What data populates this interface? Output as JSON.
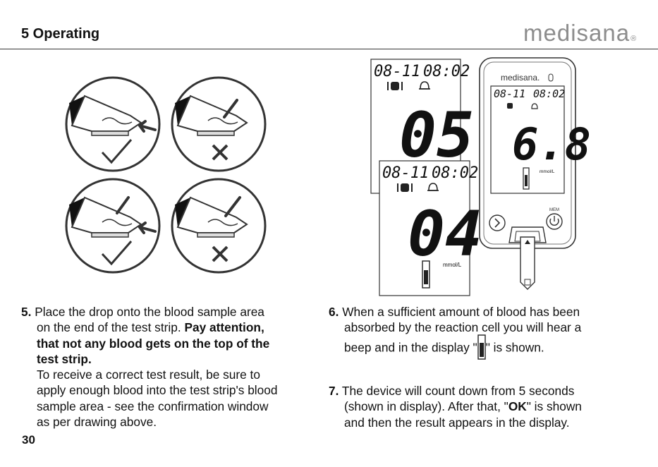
{
  "header": {
    "section_title": "5 Operating",
    "brand": "medisana",
    "brand_mark": "®"
  },
  "figures": {
    "drops": [
      {
        "result": "check-icon"
      },
      {
        "result": "cross-icon"
      },
      {
        "result": "check-icon"
      },
      {
        "result": "cross-icon"
      }
    ],
    "displays": {
      "top": {
        "date": "08-11",
        "time": "08:02",
        "value": "05"
      },
      "bottom": {
        "date": "08-11",
        "time": "08:02",
        "value": "04",
        "unit": "mmol/L"
      },
      "meter": {
        "brand": "medisana.",
        "date": "08-11",
        "time": "08:02",
        "value": "6.8",
        "unit": "mmol/L",
        "mem_label": "MEM"
      }
    }
  },
  "steps": {
    "s5": {
      "number": "5.",
      "line1": "Place the drop onto the blood sample area",
      "line2a": "on the end of the test strip. ",
      "line2b": "Pay attention,",
      "line3": "that not any blood gets on the top of the",
      "line4": "test strip.",
      "line5": "To receive a correct test result, be sure to",
      "line6": "apply enough blood into the test strip's blood",
      "line7": "sample area - see the confirmation window",
      "line8": "as per drawing above."
    },
    "s6": {
      "number": "6.",
      "line1": "When a sufficient amount of blood has been",
      "line2": "absorbed by the reaction cell you will hear a",
      "line3a": "beep and in the display \"",
      "line3b": "\" is shown."
    },
    "s7": {
      "number": "7.",
      "line1": "The device will count down from 5 seconds",
      "line2a": "(shown in display). After that, \"",
      "line2b": "OK",
      "line2c": "\" is shown",
      "line3": "and then the result appears in the display."
    }
  },
  "footer": {
    "page_number": "30"
  }
}
